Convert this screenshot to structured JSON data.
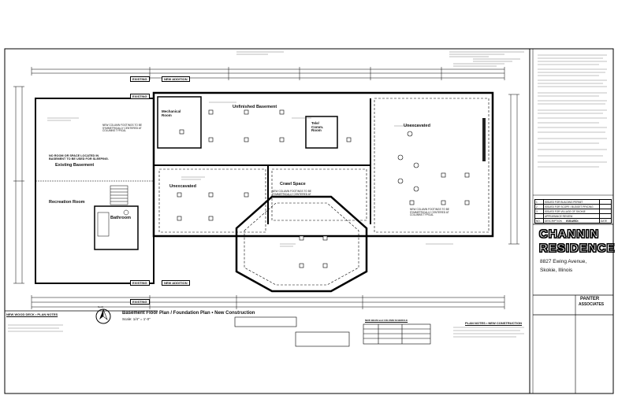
{
  "rooms": {
    "unfinished_basement": "Unfinished Basement",
    "mechanical": "Mechanical\nRoom",
    "existing_basement": "Existing Basement",
    "recreation": "Recreation Room",
    "bathroom": "Bathroom",
    "crawl_space": "Crawl Space",
    "unexcavated_1": "Unexcavated",
    "unexcavated_2": "Unexcavated",
    "tele_comm": "Tele/\nComm.\nRoom"
  },
  "bands": {
    "existing_top": "EXISTING",
    "new_addition_top": "NEW ADDITION",
    "existing_top2": "EXISTING",
    "existing_bottom": "EXISTING",
    "new_addition_bottom": "NEW ADDITION",
    "existing_bottom2": "EXISTING"
  },
  "notes": {
    "no_room": "NO ROOM OR SPACE LOCATED IN BASEMENT TO BE USED FOR SLEEPING.",
    "new_footings_1": "NEW COLUMN FOOTINGS TO BE SYMMETRICALLY CENTERED AT COLUMNS TYPICAL",
    "new_footings_2": "NEW COLUMN FOOTINGS TO BE SYMMETRICALLY CENTERED AT COLUMNS TYPICAL",
    "new_footings_3": "NEW COLUMN FOOTINGS TO BE SYMMETRICALLY CENTERED AT COLUMNS TYPICAL"
  },
  "plan_title": "Basement Floor Plan / Foundation Plan • New Construction",
  "scale": "Scale: 1/4\" = 1'-0\"",
  "north_label": "North",
  "legend_left_title": "NEW WOOD DECK • PLAN NOTES",
  "plan_notes_title": "PLAN NOTES • NEW CONSTRUCTION",
  "schedule_title": "NEW BEAM and COLUMN SCHEDULE",
  "title_block": {
    "project_line1": "CHANNIN",
    "project_line2": "RESIDENCE",
    "address1": "8827 Ewing Avenue,",
    "address2": "Skokie, Illinois",
    "firm_line1": "PANTER",
    "firm_line2": "ASSOCIATES",
    "issued": "ISSUED:",
    "no_label": "NO.",
    "desc_label": "DESCRIPTION",
    "date_label": "DATE",
    "revisions": [
      {
        "no": "1",
        "desc": "ISSUED FOR BUILDING PERMIT"
      },
      {
        "no": "2",
        "desc": "ISSUED FOR SCOPE / BUDGET PRICING"
      },
      {
        "no": "3",
        "desc": "ISSUED FOR VILLAGE OF SKOKIE"
      },
      {
        "no": "",
        "desc": "APPEARANCE REVIEW"
      }
    ]
  },
  "colors": {
    "ink": "#000000",
    "paper": "#ffffff",
    "fill": "#222222"
  }
}
